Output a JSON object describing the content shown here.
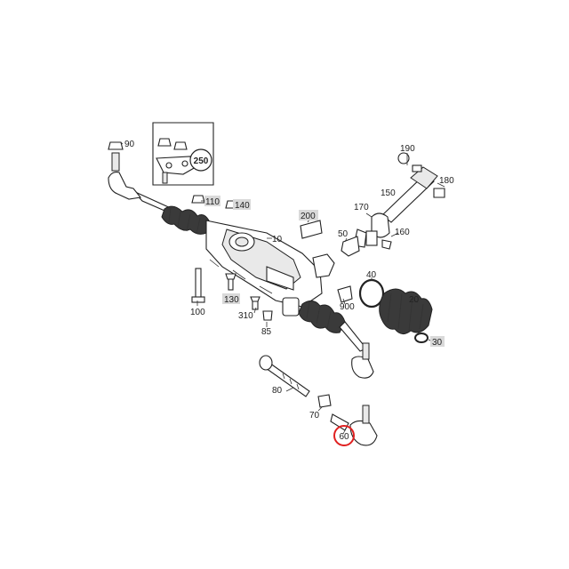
{
  "callouts": [
    {
      "id": "90",
      "label": "90",
      "boxed": false
    },
    {
      "id": "250",
      "label": "250",
      "boxed": false,
      "circled": true
    },
    {
      "id": "110",
      "label": "110",
      "boxed": true
    },
    {
      "id": "140",
      "label": "140",
      "boxed": true
    },
    {
      "id": "200",
      "label": "200",
      "boxed": true
    },
    {
      "id": "10",
      "label": "10",
      "boxed": false
    },
    {
      "id": "190",
      "label": "190",
      "boxed": false
    },
    {
      "id": "180",
      "label": "180",
      "boxed": false
    },
    {
      "id": "150",
      "label": "150",
      "boxed": false
    },
    {
      "id": "170",
      "label": "170",
      "boxed": false
    },
    {
      "id": "160",
      "label": "160",
      "boxed": false
    },
    {
      "id": "50",
      "label": "50",
      "boxed": false
    },
    {
      "id": "40",
      "label": "40",
      "boxed": false
    },
    {
      "id": "20",
      "label": "20",
      "boxed": false
    },
    {
      "id": "130",
      "label": "130",
      "boxed": true
    },
    {
      "id": "100",
      "label": "100",
      "boxed": false
    },
    {
      "id": "310",
      "label": "310",
      "boxed": false
    },
    {
      "id": "900",
      "label": "900",
      "boxed": false
    },
    {
      "id": "85",
      "label": "85",
      "boxed": false
    },
    {
      "id": "30",
      "label": "30",
      "boxed": true
    },
    {
      "id": "80",
      "label": "80",
      "boxed": false
    },
    {
      "id": "70",
      "label": "70",
      "boxed": false
    },
    {
      "id": "60",
      "label": "60",
      "boxed": false,
      "highlighted": true
    }
  ],
  "colors": {
    "highlight": "#e02020",
    "label_box": "#d9d9d9",
    "line": "#222222"
  }
}
